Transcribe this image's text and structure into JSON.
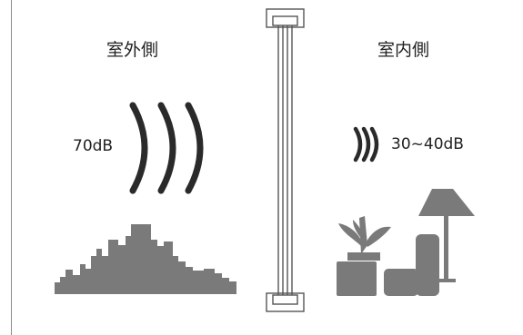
{
  "labels": {
    "outdoor_side": "室外側",
    "indoor_side": "室内側",
    "outdoor_level": "70dB",
    "indoor_level": "30~40dB"
  },
  "icons": {
    "outdoor_waves": "sound-waves-large-icon",
    "indoor_waves": "sound-waves-small-icon",
    "window": "window-sash-icon",
    "city": "city-skyline-icon",
    "plant": "potted-plant-icon",
    "sofa": "sofa-icon",
    "lamp": "floor-lamp-icon"
  },
  "colors": {
    "icon_gray": "#7a7a7a",
    "wave_dark": "#2a2a2a",
    "frame_line": "#555555"
  }
}
